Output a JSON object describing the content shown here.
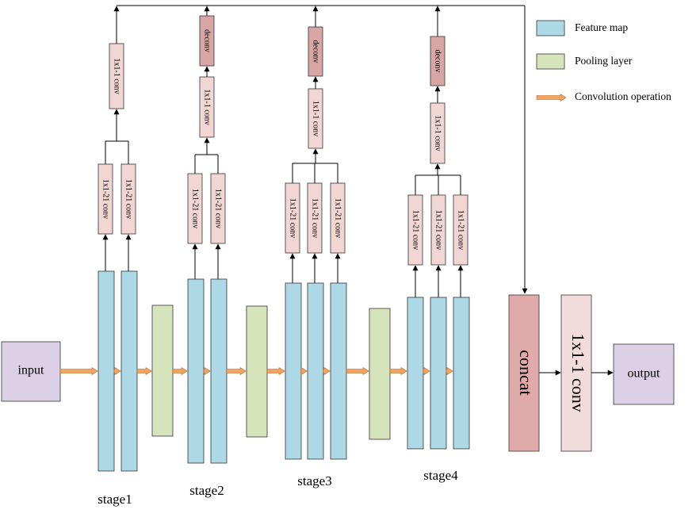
{
  "colors": {
    "feature_map": "#add8e6",
    "pooling": "#d6e4bc",
    "conv_small": "#f2d6d3",
    "deconv": "#d9a6a6",
    "concat": "#e0aaa9",
    "final_conv": "#f2dcdb",
    "io": "#dcd0e6",
    "arrow_orange": "#f4a460",
    "line": "#000000"
  },
  "input_label": "input",
  "output_label": "output",
  "concat_label": "concat",
  "final_conv_label": "1x1-1 conv",
  "side_conv_label": "1x1-21 conv",
  "merge_conv_label": "1x1-1 conv",
  "deconv_label": "deconv",
  "stages": [
    {
      "label": "stage1",
      "feature_maps": 2,
      "has_pooling": false,
      "has_deconv": false
    },
    {
      "label": "stage2",
      "feature_maps": 2,
      "has_pooling": true,
      "has_deconv": true
    },
    {
      "label": "stage3",
      "feature_maps": 3,
      "has_pooling": true,
      "has_deconv": true
    },
    {
      "label": "stage4",
      "feature_maps": 3,
      "has_pooling": true,
      "has_deconv": true
    }
  ],
  "legend": [
    {
      "icon": "feature-map-swatch",
      "label": "Feature map"
    },
    {
      "icon": "pooling-layer-swatch",
      "label": "Pooling layer"
    },
    {
      "icon": "orange-arrow-icon",
      "label": "Convolution operation"
    }
  ]
}
